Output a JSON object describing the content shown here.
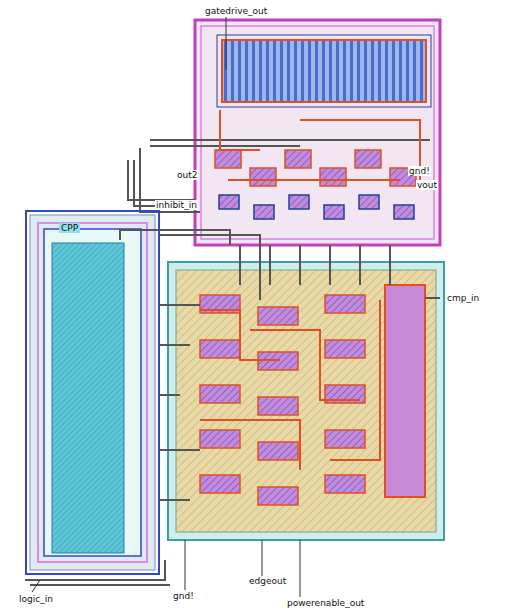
{
  "diagram": {
    "nodes": [
      {
        "text": [
          "CPP"
        ]
      }
    ],
    "labels": [
      "gatedrive_out",
      "out2",
      "inhibit_in",
      "gnd!",
      "vout",
      "cmp_in",
      "logic_in",
      "gnd!",
      "edgeout",
      "powerenable_out"
    ]
  }
}
